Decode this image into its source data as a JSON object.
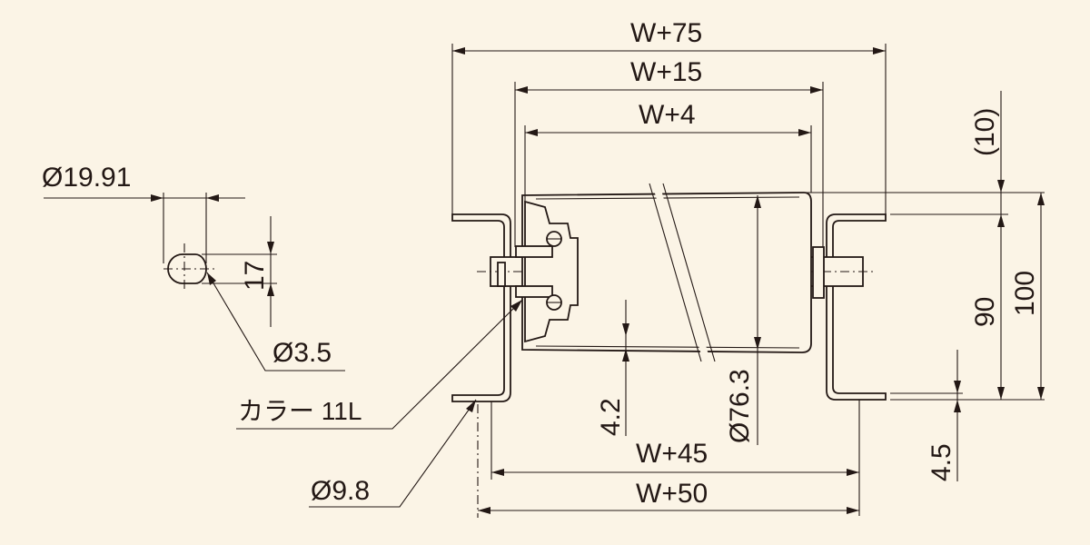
{
  "dimensions": {
    "w75": "W+75",
    "w15": "W+15",
    "w4": "W+4",
    "w45": "W+45",
    "w50": "W+50",
    "d1991": "Ø19.91",
    "h17": "17",
    "d35": "Ø3.5",
    "collar": "カラー 11L",
    "d98": "Ø9.8",
    "h42": "4.2",
    "d763": "Ø76.3",
    "h10": "(10)",
    "h90": "90",
    "h100": "100",
    "h45": "4.5"
  },
  "colors": {
    "background": "#fbf4e6",
    "line": "#231815"
  }
}
